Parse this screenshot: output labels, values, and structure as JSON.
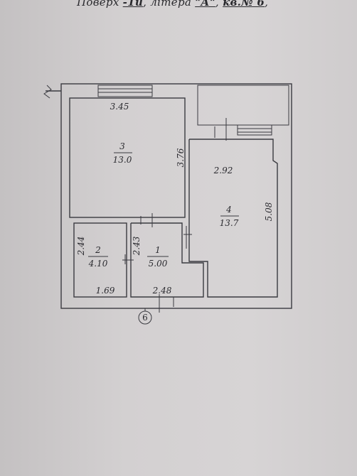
{
  "header": {
    "prefix": "Поверх",
    "floor_value": "-1й",
    "sep1": ",",
    "litera_label": "літера",
    "litera_value": "\"А\"",
    "sep2": ",",
    "apt_label": "кв.№ 6",
    "tail": ","
  },
  "rooms": [
    {
      "number": "3",
      "area": "13.0"
    },
    {
      "number": "4",
      "area": "13.7"
    },
    {
      "number": "2",
      "area": "4.10"
    },
    {
      "number": "1",
      "area": "5.00"
    }
  ],
  "dimensions": {
    "room3_width": "3.45",
    "room3_height": "3.76",
    "room4_width": "2.92",
    "room4_height": "5.08",
    "room2_height": "2.44",
    "room2_width": "1.69",
    "room1_height": "2.43",
    "room1_width": "2.48"
  },
  "axis_marker": "6"
}
